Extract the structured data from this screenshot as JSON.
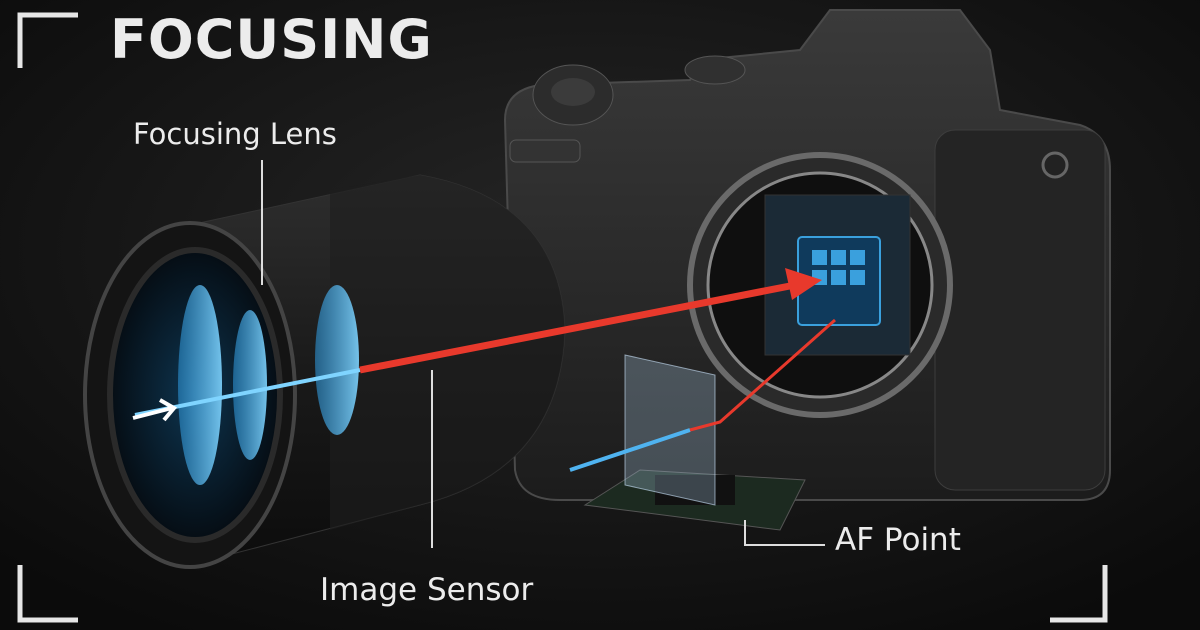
{
  "title": "FOCUSING",
  "labels": {
    "focusing_lens": "Focusing Lens",
    "image_sensor": "Image Sensor",
    "af_point": "AF Point"
  },
  "colors": {
    "background": "#111111",
    "light_beam_red": "#e8392c",
    "light_beam_blue": "#4fb3f0",
    "lens_element": "#5cc0f0",
    "sensor_grid": "#3aa0dd",
    "text": "#ececec"
  }
}
